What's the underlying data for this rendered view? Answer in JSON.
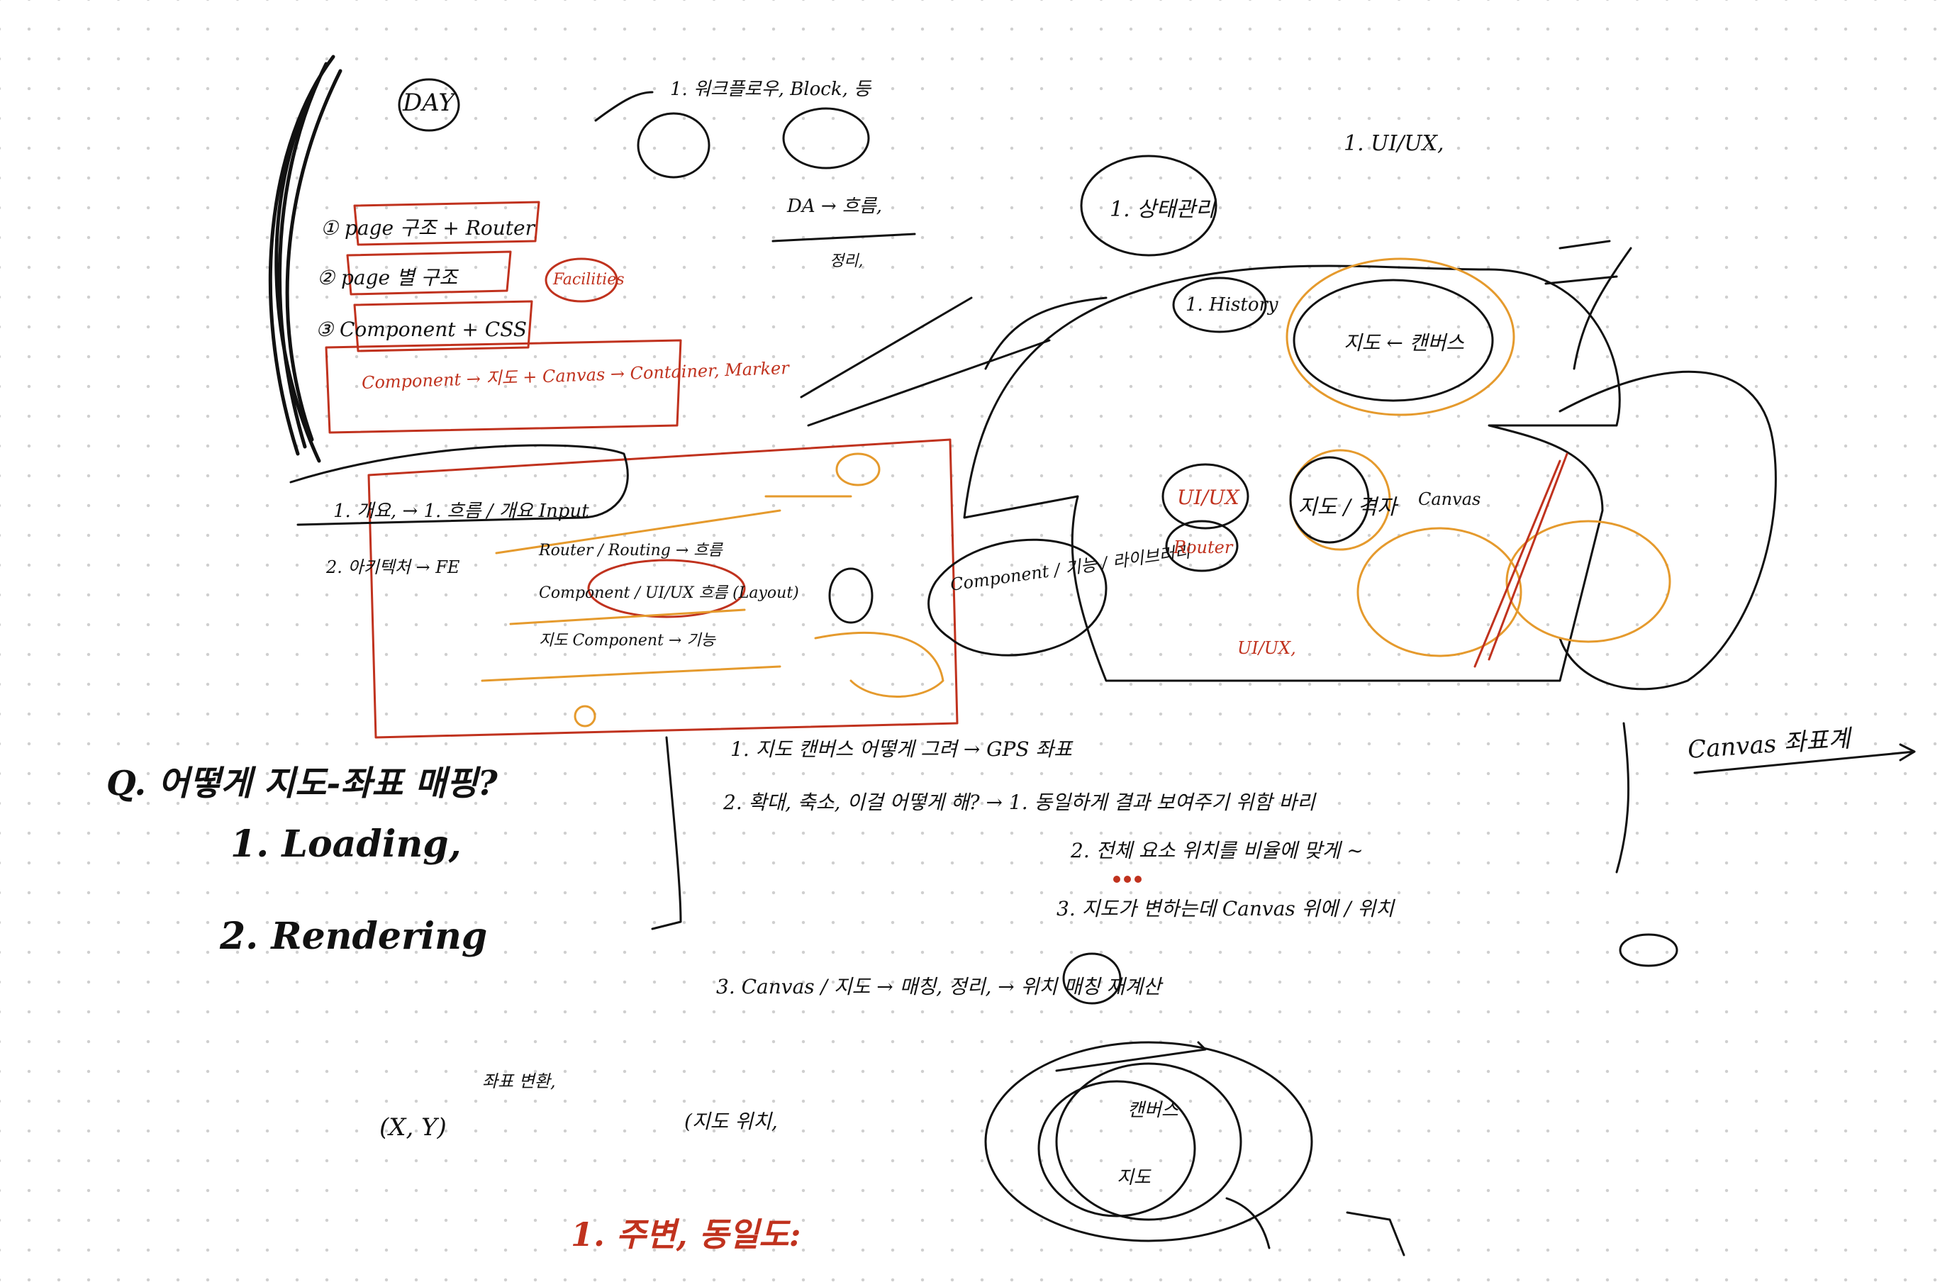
{
  "colors": {
    "background": "#ffffff",
    "grid_dot": "#cfcfcf",
    "ink_black": "#111111",
    "ink_red": "#c0321e",
    "ink_orange": "#e59a2d"
  },
  "notes": {
    "question": "Q. 어떻게 지도-좌표 매핑?",
    "answer_1": "1. Loading,",
    "answer_2": "2. Rendering",
    "bottom_red": "1. 주변, 동일도:",
    "canvas_flow_1": "1. 지도 캔버스 어떻게 그려 → GPS 좌표",
    "canvas_flow_2": "2. 확대, 축소, 이걸 어떻게 해? → 1. 동일하게 결과 보여주기 위함 바리",
    "canvas_flow_3": "2. 전체 요소 위치를 비율에 맞게 ~",
    "canvas_flow_4": "3. 지도가 변하는데 Canvas 위에 / 위치",
    "canvas_flow_5": "3. Canvas / 지도 → 매칭, 정리, → 위치 매칭 재계산",
    "canvas_note": "Canvas 좌표계",
    "right_top": "1. UI/UX,",
    "top_left_label": "DAY",
    "top_center_1": "1. 워크플로우, Block, 등",
    "top_center_2": "DA → 흐름,",
    "top_center_3": "정리,",
    "interview_1": "1. 개요, → 1. 흐름 / 개요 Input",
    "interview_2": "2. 아키텍처 → FE",
    "fe_1": "Router / Routing → 흐름",
    "fe_2": "Component / UI/UX 흐름 (Layout)",
    "fe_3": "지도 Component → 기능",
    "list_1": "① page 구조 + Router",
    "list_2": "② page 별 구조",
    "list_3": "③ Component + CSS",
    "list_4": "Component → 지도 + Canvas → Container, Marker",
    "red_facilities": "Facilities",
    "bubble_history": "1. History",
    "bubble_map_canvas": "지도 ← 캔버스",
    "bubble_uiux": "UI/UX",
    "bubble_router": "Router",
    "bubble_map_grid": "지도 / 격자",
    "bubble_canvas": "Canvas",
    "bubble_component": "Component / 기능 / 라이브러리",
    "bubble_state": "1. 상태관리",
    "bottom_coords": "(X, Y)",
    "bottom_coords_note": "좌표 변환,",
    "bottom_map_point": "(지도 위치,",
    "orbit_inner_1": "캔버스",
    "orbit_inner_2": "지도",
    "uiux_red": "UI/UX,"
  },
  "icons": {
    "decoration": "hand-drawn-ink-strokes"
  }
}
